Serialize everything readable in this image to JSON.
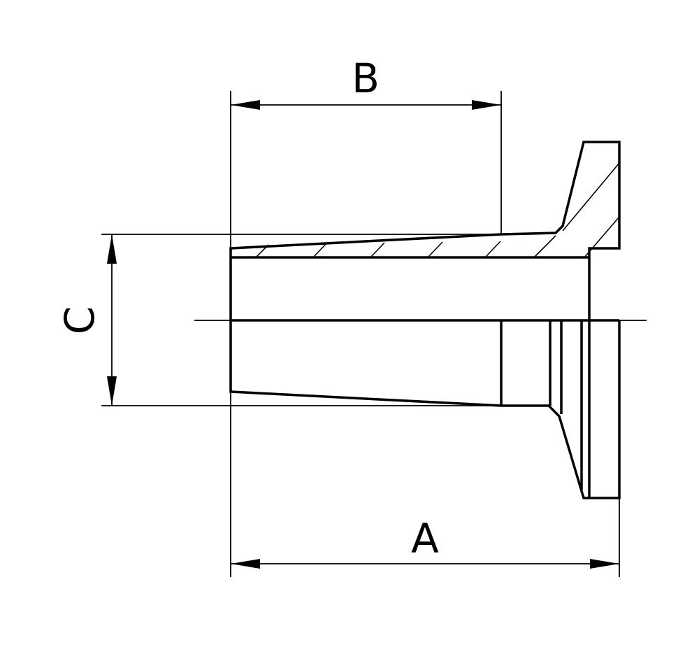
{
  "dimensions": {
    "a_label": "A",
    "b_label": "B",
    "c_label": "C"
  },
  "colors": {
    "stroke": "#000000",
    "background": "#ffffff"
  }
}
